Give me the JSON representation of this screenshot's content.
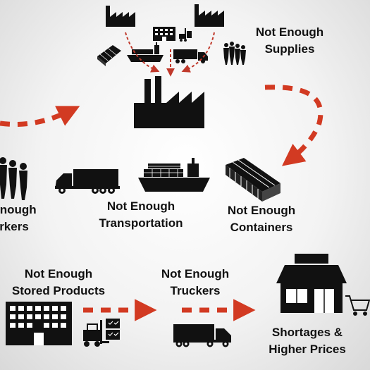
{
  "labels": {
    "supplies": {
      "line1": "Not Enough",
      "line2": "Supplies"
    },
    "workers": {
      "line1": "Enough",
      "line2": "rkers"
    },
    "transportation": {
      "line1": "Not Enough",
      "line2": "Transportation"
    },
    "containers": {
      "line1": "Not Enough",
      "line2": "Containers"
    },
    "stored_products": {
      "line1": "Not Enough",
      "line2": "Stored Products"
    },
    "truckers": {
      "line1": "Not Enough",
      "line2": "Truckers"
    },
    "shortages": {
      "line1": "Shortages &",
      "line2": "Higher Prices"
    }
  },
  "colors": {
    "icon": "#111111",
    "arrow": "#d23a22",
    "text": "#111111"
  },
  "icons": [
    "factory-icon",
    "office-building-icon",
    "forklift-icon",
    "container-stack-icon",
    "cargo-ship-icon",
    "semi-truck-icon",
    "people-group-icon",
    "warehouse-icon",
    "storefront-icon",
    "shopping-cart-icon"
  ]
}
